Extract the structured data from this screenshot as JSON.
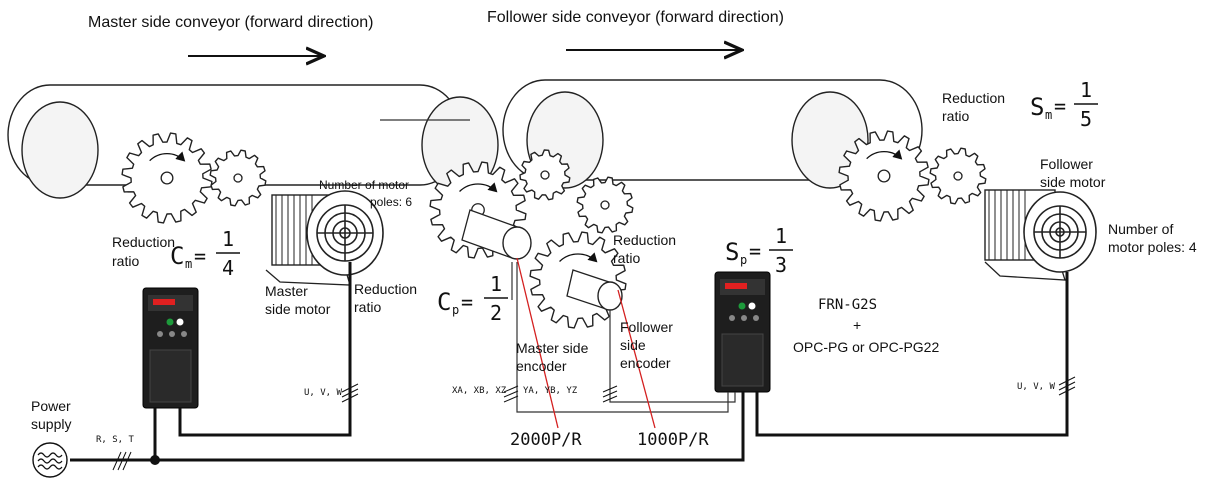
{
  "labels": {
    "master_conveyor": "Master side conveyor (forward direction)",
    "follower_conveyor": "Follower side conveyor (forward direction)",
    "reduction": "Reduction",
    "ratio": "ratio",
    "number_of_motor": "Number of motor",
    "poles_6": "poles: 6",
    "number_of": "Number of",
    "motor_poles_4": "motor poles: 4",
    "master": "Master",
    "side_motor": "side motor",
    "follower": "Follower",
    "follower_side_motor_1": "Follower",
    "follower_side_motor_2": "side motor",
    "master_side": "Master side",
    "encoder": "encoder",
    "side": "side",
    "power": "Power",
    "supply": "supply",
    "inverter_model": "FRN-G2S",
    "plus": "+",
    "option": "OPC-PG or OPC-PG22",
    "uvw": "U, V, W",
    "rst": "R, S, T",
    "xa": "XA, XB, XZ",
    "ya": "YA, YB, YZ",
    "enc_master_pulses": "2000P/R",
    "enc_follower_pulses": "1000P/R"
  },
  "ratios": {
    "cm": {
      "symbol": "C",
      "sub": "m",
      "eq": "=",
      "num": "1",
      "den": "4"
    },
    "cp": {
      "symbol": "C",
      "sub": "p",
      "eq": "=",
      "num": "1",
      "den": "2"
    },
    "sm": {
      "symbol": "S",
      "sub": "m",
      "eq": "=",
      "num": "1",
      "den": "5"
    },
    "sp": {
      "symbol": "S",
      "sub": "p",
      "eq": "=",
      "num": "1",
      "den": "3"
    }
  },
  "icons": [
    "arrow-right-icon",
    "motor-icon",
    "gear-icon",
    "inverter-icon",
    "ac-source-icon",
    "encoder-icon"
  ],
  "colors": {
    "line": "#111111",
    "encoder_leader": "#d42020",
    "inverter_body": "#1e1e1e",
    "inverter_leds": [
      "#e02020",
      "#1d9a3b",
      "#ffffff"
    ]
  }
}
